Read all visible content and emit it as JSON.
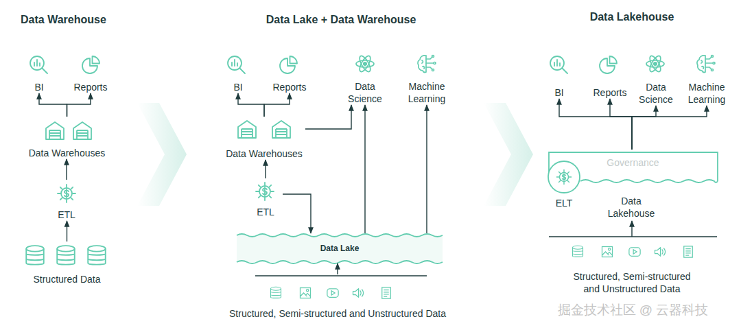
{
  "diagram": {
    "nodes": [
      {
        "text": [
          "BI"
        ]
      },
      {
        "text": [
          "Reports"
        ]
      },
      {
        "text": [
          "Data Warehouses"
        ]
      },
      {
        "text": [
          "ETL"
        ]
      },
      {
        "text": [
          "Structured Data"
        ]
      },
      {
        "text": [
          "BI"
        ]
      },
      {
        "text": [
          "Reports"
        ]
      },
      {
        "text": [
          "Data Science"
        ]
      },
      {
        "text": [
          "Machine Learning"
        ]
      },
      {
        "text": [
          "Data Warehouses"
        ]
      },
      {
        "text": [
          "ETL"
        ]
      },
      {
        "text": [
          "Data Lake"
        ]
      },
      {
        "text": [
          "Structured, Semi-structured and Unstructured Data"
        ]
      },
      {
        "text": [
          "BI"
        ]
      },
      {
        "text": [
          "Reports"
        ]
      },
      {
        "text": [
          "Data Science"
        ]
      },
      {
        "text": [
          "Machine Learning"
        ]
      },
      {
        "text": [
          "Governance",
          "Data Lakehouse"
        ]
      },
      {
        "text": [
          "ELT"
        ],
        "in": 17
      },
      {
        "text": [
          "Structured, Semi-structured and Unstructured Data"
        ]
      }
    ],
    "edges": [
      {
        "from": 4,
        "to": 3,
        "arrow": "to"
      },
      {
        "from": 3,
        "to": 2,
        "arrow": "to"
      },
      {
        "from": 2,
        "to": 0,
        "arrow": "to"
      },
      {
        "from": 2,
        "to": 1,
        "arrow": "to"
      },
      {
        "from": 12,
        "to": 11,
        "arrow": "to"
      },
      {
        "from": 10,
        "to": 11,
        "arrow": "to"
      },
      {
        "from": 10,
        "to": 9,
        "arrow": "to"
      },
      {
        "from": 9,
        "to": 5,
        "arrow": "to"
      },
      {
        "from": 9,
        "to": 6,
        "arrow": "to"
      },
      {
        "from": 9,
        "to": 7,
        "arrow": "to"
      },
      {
        "from": 11,
        "to": 7,
        "arrow": "to"
      },
      {
        "from": 11,
        "to": 8,
        "arrow": "to"
      },
      {
        "from": 19,
        "to": 17,
        "arrow": "to"
      },
      {
        "from": 17,
        "to": 13,
        "arrow": "to"
      },
      {
        "from": 17,
        "to": 14,
        "arrow": "to"
      },
      {
        "from": 17,
        "to": 15,
        "arrow": "to"
      },
      {
        "from": 17,
        "to": 16,
        "arrow": "to"
      }
    ],
    "labels": [
      "Data Warehouse",
      "Data Lake + Data Warehouse",
      "Data Lakehouse",
      "掘金技术社区 @ 云器科技"
    ]
  }
}
